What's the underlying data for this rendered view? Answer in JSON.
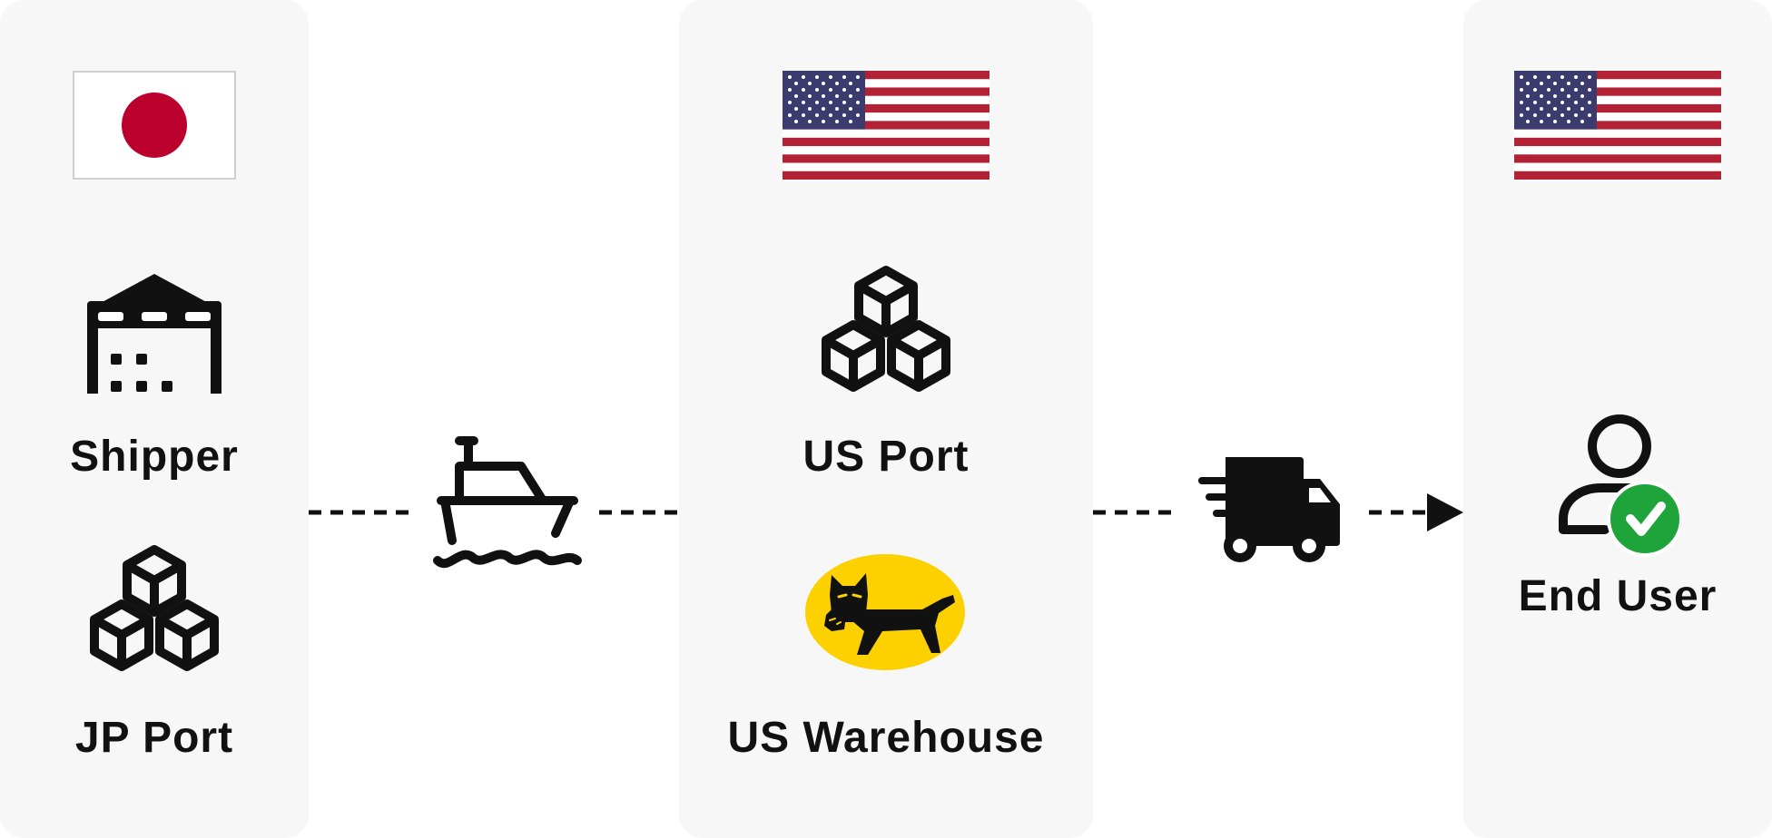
{
  "nodes": {
    "shipper": {
      "label": "Shipper"
    },
    "jp_port": {
      "label": "JP Port"
    },
    "us_port": {
      "label": "US Port"
    },
    "us_warehouse": {
      "label": "US Warehouse"
    },
    "end_user": {
      "label": "End User"
    }
  },
  "flags": {
    "japan": "japan-flag",
    "us_left": "us-flag",
    "us_right": "us-flag"
  },
  "icons": [
    "warehouse-icon",
    "boxes-icon",
    "ship-icon",
    "delivery-truck-icon",
    "user-check-icon",
    "cat-logo"
  ],
  "colors": {
    "panel_bg": "#f7f7f7",
    "japan_red": "#bc002d",
    "us_red": "#b22234",
    "us_blue": "#3c3b6e",
    "check_green": "#1fa43c",
    "logo_yellow": "#fdd000",
    "ink": "#111111"
  }
}
